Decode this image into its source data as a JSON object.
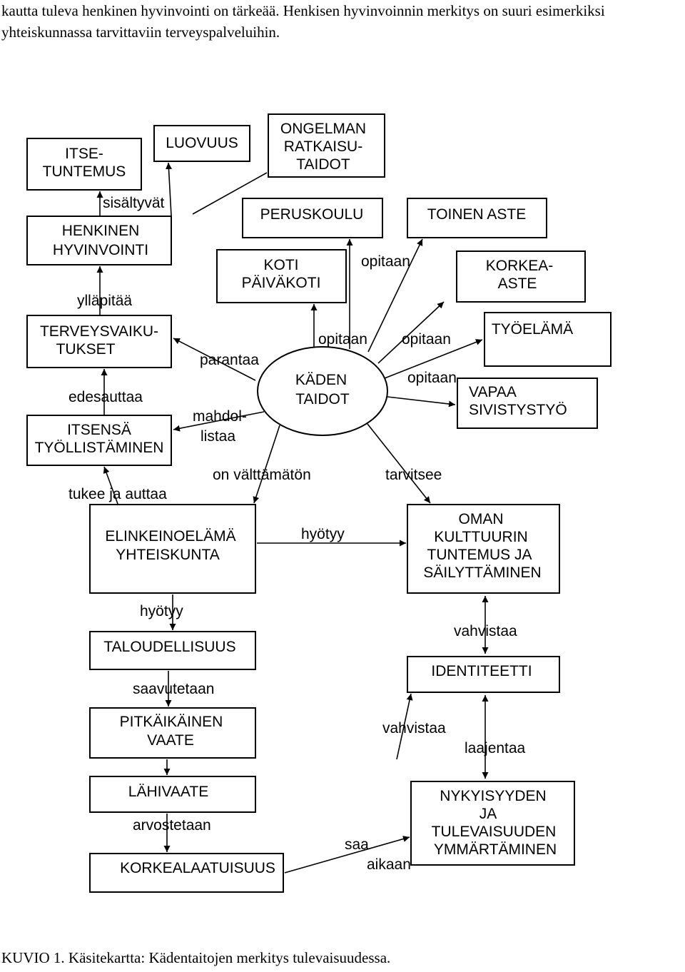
{
  "intro_lines": [
    "kautta tuleva henkinen hyvinvointi on tärkeää. Henkisen hyvinvoinnin merkitys on suuri esimerkiksi",
    "yhteiskunnassa tarvittaviin terveyspalveluihin."
  ],
  "nodes": {
    "itsetuntemus": [
      "ITSE-",
      "TUNTEMUS"
    ],
    "luovuus": [
      "LUOVUUS"
    ],
    "ongelmanratkaisu": [
      "ONGELMAN",
      "RATKAISU-",
      "TAIDOT"
    ],
    "henkinen": [
      "HENKINEN",
      "HYVINVOINTI"
    ],
    "peruskoulu": [
      "PERUSKOULU"
    ],
    "toinen": [
      "TOINEN ASTE"
    ],
    "koti": [
      "KOTI",
      "PÄIVÄKOTI"
    ],
    "korkea": [
      "KORKEA-",
      "ASTE"
    ],
    "terveys": [
      "TERVEYSVAIKU-",
      "TUKSET"
    ],
    "tyoelama": [
      "TYÖELÄMÄ"
    ],
    "kaden": [
      "KÄDEN",
      "TAIDOT"
    ],
    "vapaa": [
      "VAPAA",
      "SIVISTYSTYÖ"
    ],
    "itsensa": [
      "ITSENSÄ",
      "TYÖLLISTÄMINEN"
    ],
    "elinkeino": [
      "ELINKEINOELÄMÄ",
      "YHTEISKUNTA"
    ],
    "oman": [
      "OMAN",
      "KULTTUURIN",
      "TUNTEMUS JA",
      "SÄILYTTÄMINEN"
    ],
    "talous": [
      "TALOUDELLISUUS"
    ],
    "identiteetti": [
      "IDENTITEETTI"
    ],
    "pitka": [
      "PITKÄIKÄINEN",
      "VAATE"
    ],
    "lahi": [
      "LÄHIVAATE"
    ],
    "nyky": [
      "NYKYISYYDEN",
      "JA",
      "TULEVAISUUDEN",
      "YMMÄRTÄMINEN"
    ],
    "korkealaatuisuus": [
      "KORKEALAATUISUUS"
    ]
  },
  "edge_labels": {
    "sisaltyvat": "sisältyvät",
    "yllapitaa": "ylläpitää",
    "edesauttaa": "edesauttaa",
    "parantaa": "parantaa",
    "mahdollistaa": [
      "mahdol-",
      "listaa"
    ],
    "tukee": "tukee ja auttaa",
    "opitaan_top": "opitaan",
    "opitaan_center": "opitaan",
    "opitaan_right": "opitaan",
    "opitaan_lower": "opitaan",
    "valttamaton": "on välttämätön",
    "tarvitsee": "tarvitsee",
    "hyotyy_mid": "hyötyy",
    "hyotyy_left": "hyötyy",
    "vahvistaa_top": "vahvistaa",
    "saavutetaan": "saavutetaan",
    "vahvistaa_bottom": "vahvistaa",
    "laajentaa": "laajentaa",
    "arvostetaan": "arvostetaan",
    "saa": "saa",
    "aikaan": "aikaan"
  },
  "caption": "KUVIO 1. Käsitekartta: Kädentaitojen merkitys tulevaisuudessa."
}
